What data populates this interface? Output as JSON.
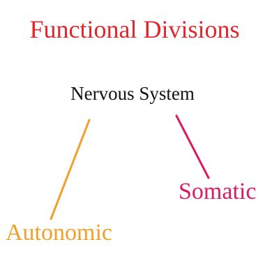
{
  "diagram": {
    "title": "Functional Divisions",
    "root": "Nervous System",
    "branches": [
      {
        "id": "autonomic",
        "label": "Autonomic"
      },
      {
        "id": "somatic",
        "label": "Somatic"
      }
    ]
  },
  "colors": {
    "title": "#e3262b",
    "root": "#111111",
    "autonomic": "#f0a02a",
    "somatic": "#dd1a5c"
  }
}
